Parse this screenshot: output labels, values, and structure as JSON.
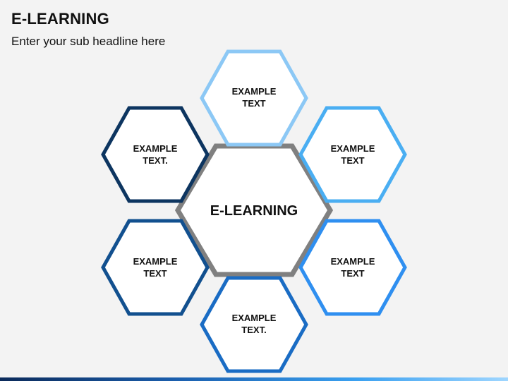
{
  "header": {
    "title": "E-LEARNING",
    "subtitle": "Enter your sub headline here"
  },
  "diagram": {
    "center": {
      "label": "E-LEARNING",
      "color": "#808080"
    },
    "items": [
      {
        "id": "top",
        "line1": "EXAMPLE",
        "line2": "TEXT",
        "color": "#8cc8f5"
      },
      {
        "id": "upper-right",
        "line1": "EXAMPLE",
        "line2": "TEXT",
        "color": "#4aaef2"
      },
      {
        "id": "lower-right",
        "line1": "EXAMPLE",
        "line2": "TEXT",
        "color": "#2f8ff0"
      },
      {
        "id": "bottom",
        "line1": "EXAMPLE",
        "line2": "TEXT.",
        "color": "#1a6cc4"
      },
      {
        "id": "lower-left",
        "line1": "EXAMPLE",
        "line2": "TEXT",
        "color": "#12508f"
      },
      {
        "id": "upper-left",
        "line1": "EXAMPLE",
        "line2": "TEXT.",
        "color": "#0d3560"
      }
    ]
  },
  "colors": {
    "background": "#f3f3f3",
    "hex_fill": "#ffffff"
  }
}
